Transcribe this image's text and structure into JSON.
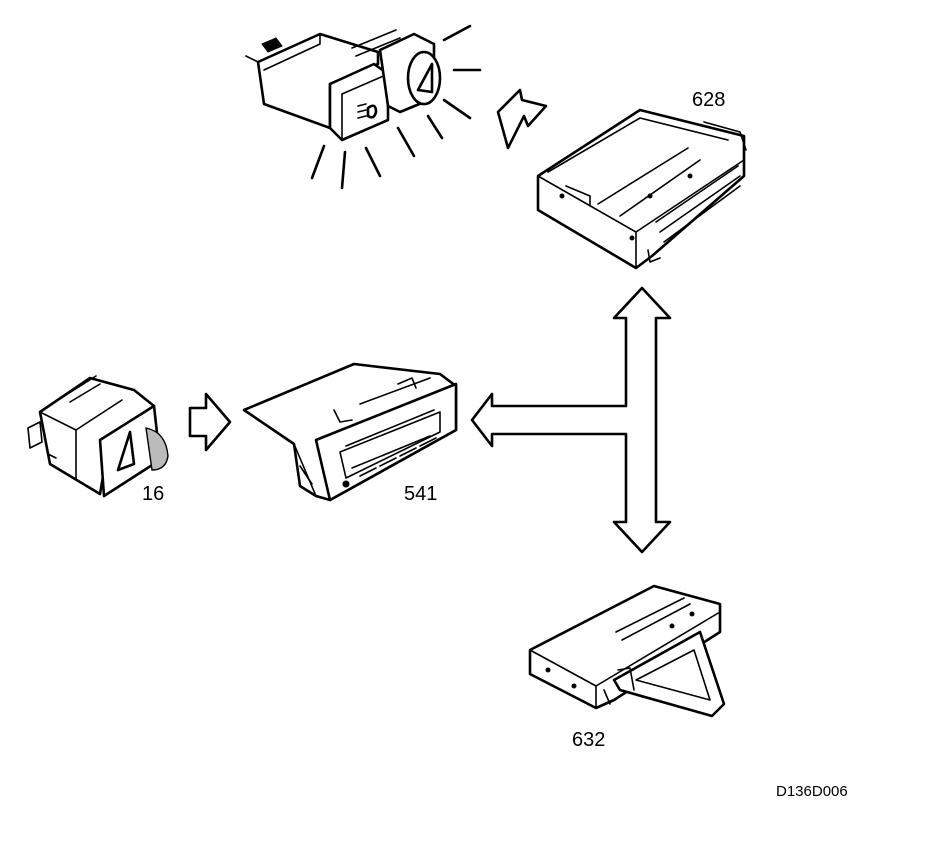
{
  "labels": {
    "hazard_switch": "16",
    "display_unit": "541",
    "control_module": "628",
    "lower_module": "632",
    "figure_code": "D136D006"
  },
  "icons": {
    "hazard": "hazard-triangle-icon",
    "fog_lamp": "fog-lamp-icon"
  }
}
